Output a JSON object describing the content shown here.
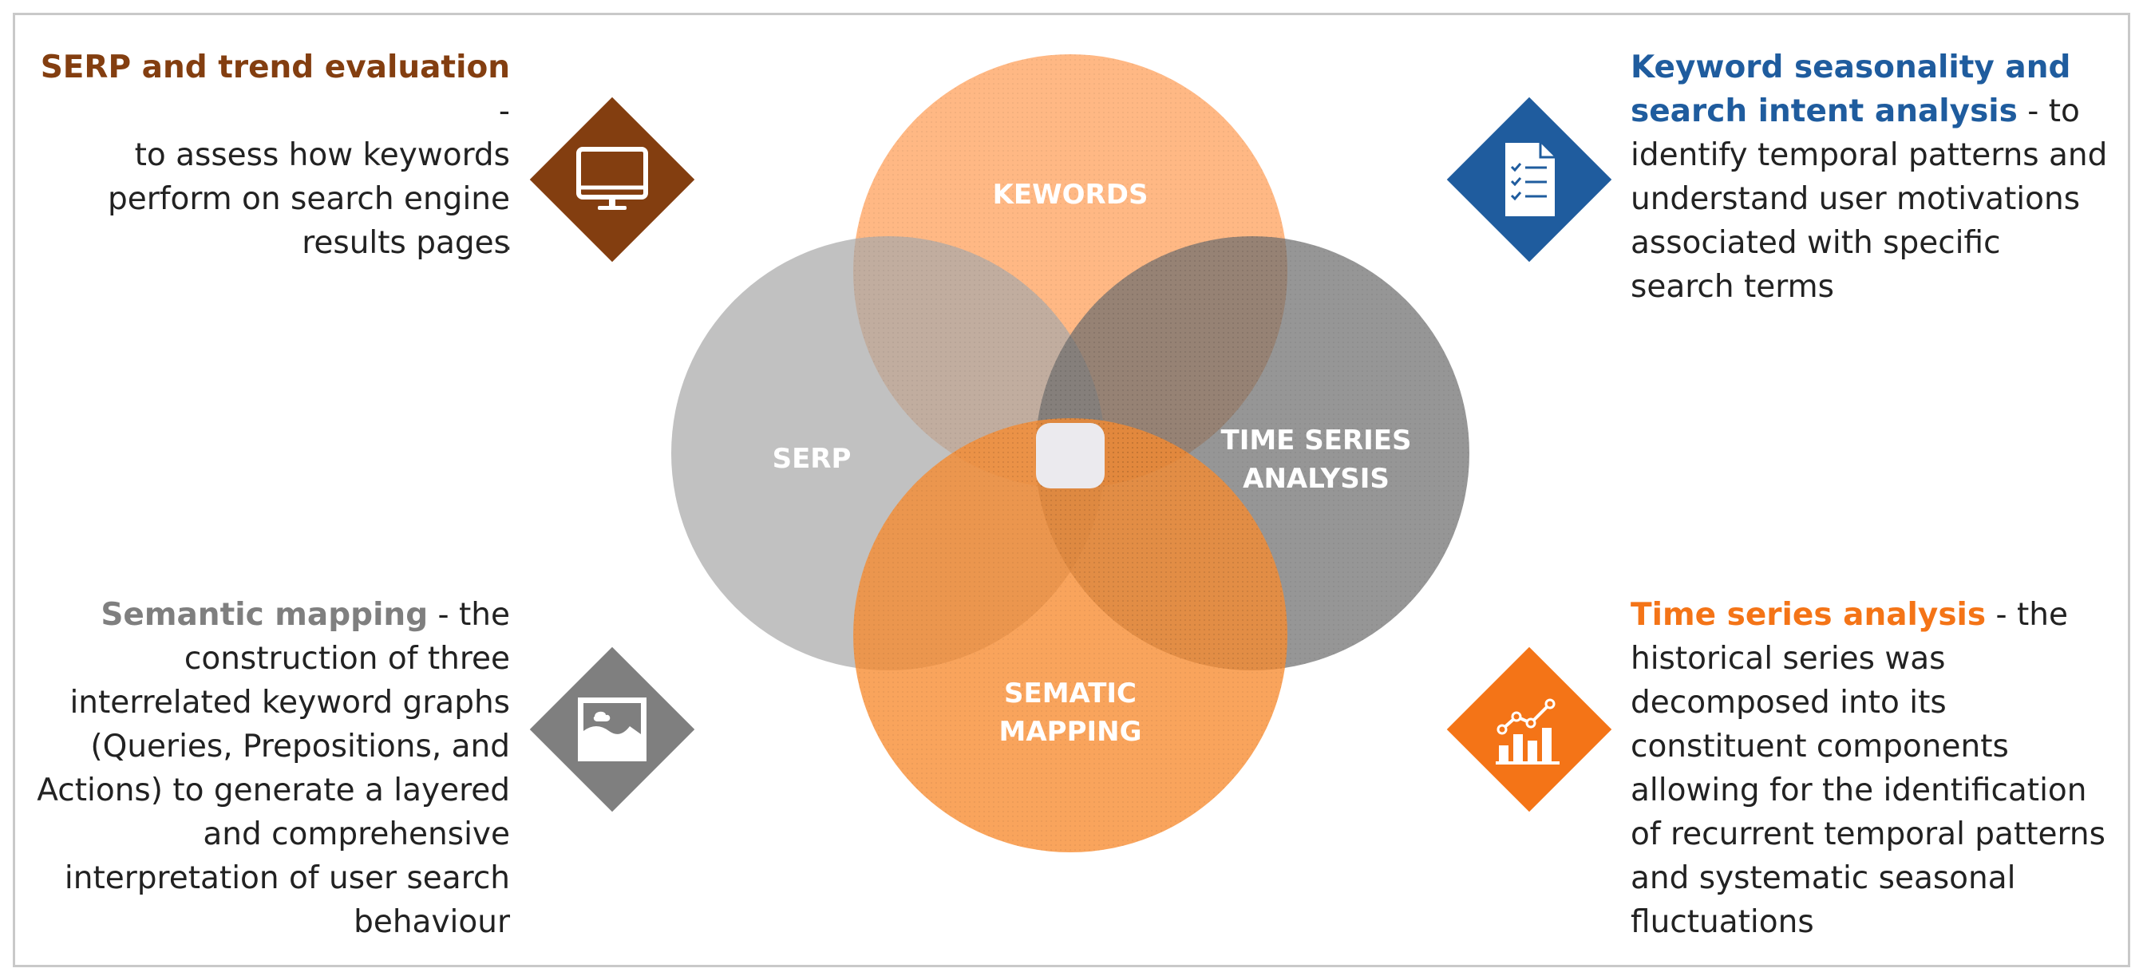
{
  "colors": {
    "serp_brown": "#833E10",
    "keyword_blue": "#1F5C9E",
    "semantic_gray": "#7F7F7F",
    "timeseries_orange": "#F47417",
    "circle_keywords": "#FFB27A",
    "circle_serp": "#B3B3B3",
    "circle_timeseries": "#8C8C8C",
    "circle_semantic": "#F78E36",
    "center_box": "#EBEAEE"
  },
  "venn": {
    "top": "KEWORDS",
    "left": "SERP",
    "right_line1": "TIME SERIES",
    "right_line2": "ANALYSIS",
    "bottom_line1": "SEMATIC",
    "bottom_line2": "MAPPING"
  },
  "blocks": {
    "serp": {
      "heading": "SERP and trend evaluation",
      "lines": [
        " -",
        "to assess how keywords",
        "perform on search engine",
        "results pages"
      ],
      "dot": ".",
      "icon": "monitor-icon"
    },
    "keyword": {
      "heading_line1": "Keyword seasonality and",
      "heading_line2": "search intent analysis",
      "lines": [
        " - to",
        "identify temporal patterns and",
        "understand user motivations",
        "associated with specific",
        "search terms"
      ],
      "icon": "document-checklist-icon"
    },
    "semantic": {
      "heading": "Semantic mapping",
      "lines": [
        " - the",
        "construction of three",
        "interrelated keyword graphs",
        "(Queries, Prepositions, and",
        "Actions) to generate a layered",
        "and comprehensive",
        "interpretation of user search",
        "behaviour"
      ],
      "icon": "image-icon"
    },
    "timeseries": {
      "heading": "Time series analysis",
      "lines": [
        " - the",
        "historical series was",
        "decomposed into its",
        "constituent components",
        "allowing for the identification",
        "of recurrent temporal patterns",
        "and systematic seasonal",
        "fluctuations"
      ],
      "icon": "chart-trend-icon"
    }
  }
}
